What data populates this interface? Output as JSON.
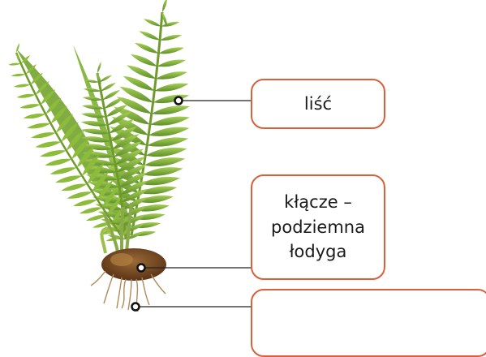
{
  "labels": {
    "leaf": "liść",
    "rhizome_line1": "kłącze –",
    "rhizome_line2": "podziemna",
    "rhizome_line3": "łodyga",
    "root": ""
  },
  "colors": {
    "box_border": "#d9603b",
    "leader_line": "#222222",
    "frond_light": "#8cbc3a",
    "frond_dark": "#5f8f2a",
    "rhizome": "#7a4a22",
    "roots": "#b08a5a"
  }
}
